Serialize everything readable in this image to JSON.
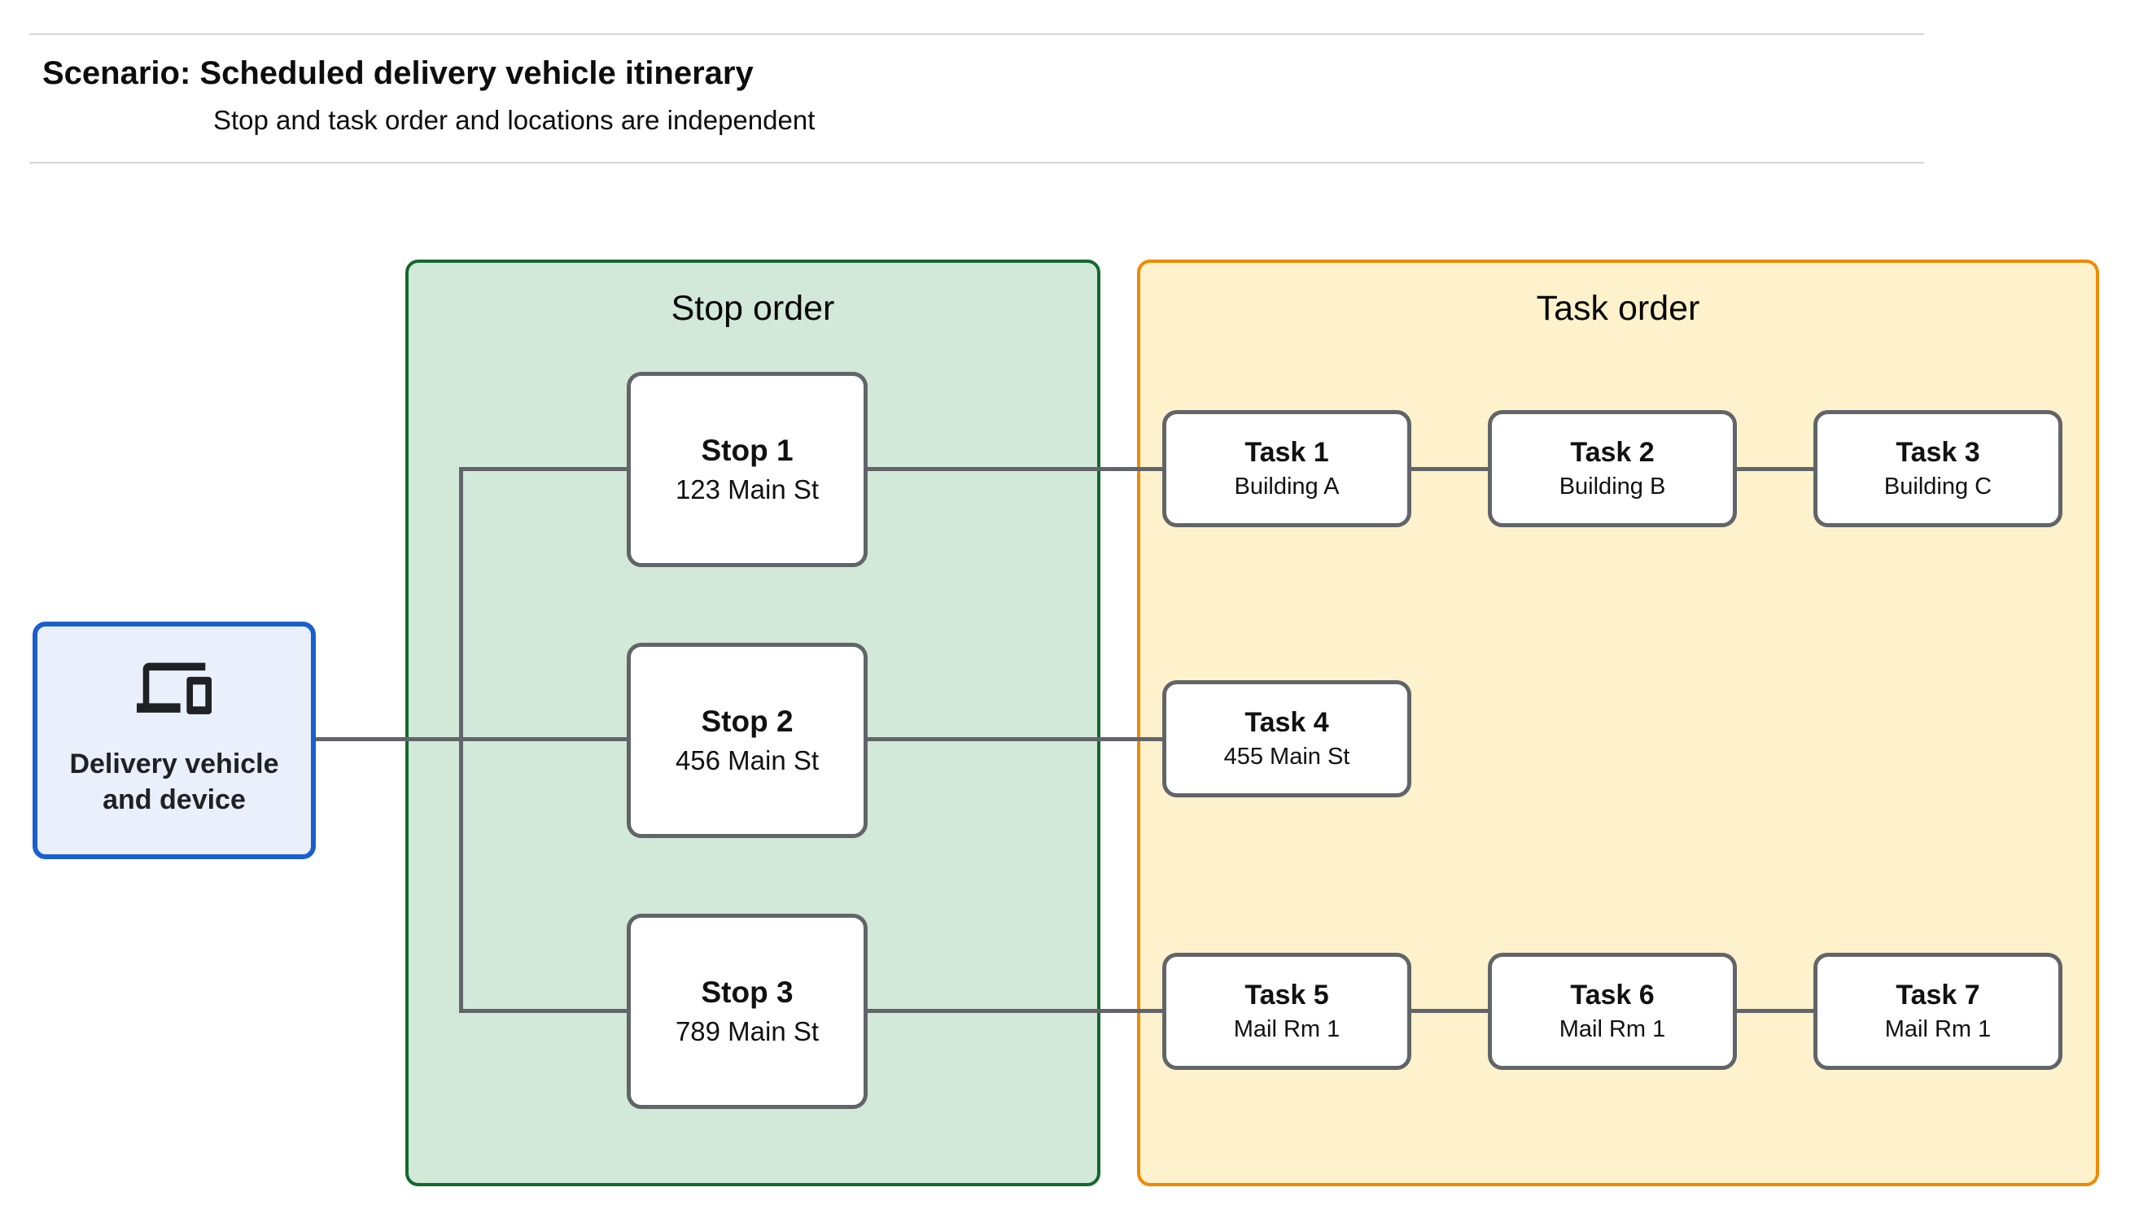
{
  "header": {
    "title": "Scenario: Scheduled delivery vehicle itinerary",
    "subtitle": "Stop and task order and locations are independent"
  },
  "source_node": {
    "label": "Delivery vehicle and device",
    "icon": "devices-icon",
    "fill": "#e9effb",
    "border": "#1b5fce"
  },
  "stop_panel": {
    "title": "Stop order",
    "fill": "#d2e8d8",
    "border": "#14682e",
    "stops": [
      {
        "title": "Stop 1",
        "subtitle": "123 Main St"
      },
      {
        "title": "Stop 2",
        "subtitle": "456 Main St"
      },
      {
        "title": "Stop 3",
        "subtitle": "789 Main St"
      }
    ]
  },
  "task_panel": {
    "title": "Task order",
    "fill": "#fdf2cb",
    "border": "#ef8a00",
    "tasks": [
      {
        "title": "Task 1",
        "subtitle": "Building A"
      },
      {
        "title": "Task 2",
        "subtitle": "Building B"
      },
      {
        "title": "Task 3",
        "subtitle": "Building C"
      },
      {
        "title": "Task 4",
        "subtitle": "455 Main St"
      },
      {
        "title": "Task 5",
        "subtitle": "Mail Rm 1"
      },
      {
        "title": "Task 6",
        "subtitle": "Mail Rm 1"
      },
      {
        "title": "Task 7",
        "subtitle": "Mail Rm 1"
      }
    ]
  },
  "connector_color": "#616569",
  "node_border_color": "#616569"
}
